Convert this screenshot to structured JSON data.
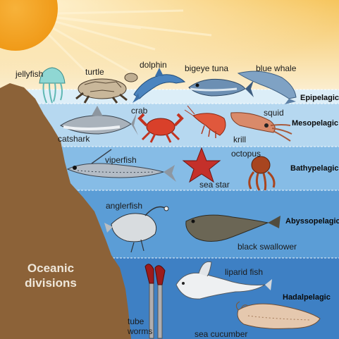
{
  "title_lines": [
    "Oceanic",
    "divisions"
  ],
  "zones": [
    "Epipelagic",
    "Mesopelagic",
    "Bathypelagic",
    "Abyssopelagic",
    "Hadalpelagic"
  ],
  "organisms": {
    "jellyfish": "jellyfish",
    "turtle": "turtle",
    "dolphin": "dolphin",
    "bigeye_tuna": "bigeye tuna",
    "blue_whale": "blue whale",
    "crab": "crab",
    "squid": "squid",
    "catshark": "catshark",
    "krill": "krill",
    "viperfish": "viperfish",
    "octopus": "octopus",
    "sea_star": "sea star",
    "anglerfish": "anglerfish",
    "black_swallower": "black swallower",
    "liparid_fish": "liparid fish",
    "tube_worms_line1": "tube",
    "tube_worms_line2": "worms",
    "sea_cucumber": "sea cucumber"
  },
  "colors": {
    "sky_top": "#f6c45a",
    "sky_bottom": "#fbeed0",
    "epipelagic": "#dceef8",
    "mesopelagic": "#b6d8f0",
    "bathypelagic": "#86bce6",
    "abyssopelagic": "#5b9dd6",
    "hadalpelagic": "#3e80c4",
    "land": "#8c6238",
    "sun": "#f5a31c"
  }
}
